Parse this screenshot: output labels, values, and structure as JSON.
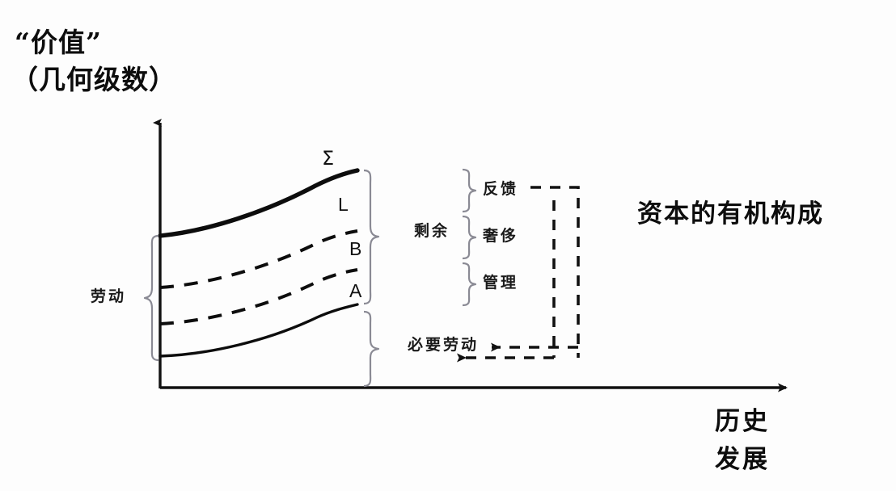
{
  "diagram": {
    "title_line1": "“价值”",
    "title_line2": "（几何级数）",
    "right_heading": "资本的有机构成",
    "x_axis_label_line1": "历史",
    "x_axis_label_line2": "发展",
    "labor_bracket_label": "劳动",
    "surplus_bracket_label": "剩余",
    "necessary_labor_label": "必要劳动",
    "surplus_components": [
      {
        "key": "feedback",
        "label": "反馈"
      },
      {
        "key": "luxury",
        "label": "奢侈"
      },
      {
        "key": "management",
        "label": "管理"
      }
    ],
    "curve_labels": {
      "sum": "Σ",
      "l": "L",
      "b": "B",
      "a": "A"
    },
    "colors": {
      "ink": "#111111",
      "brace": "#8a8a94",
      "background": "#fdfdfd"
    }
  },
  "chart_data": {
    "type": "line",
    "title": "“价值”（几何级数）",
    "xlabel": "历史发展",
    "ylabel": "“价值”（几何级数）",
    "grid": false,
    "legend": "inline-curve-labels",
    "axis_note": "unlabeled qualitative axes; value rises geometrically with historical development",
    "x": [
      0,
      0.25,
      0.5,
      0.75,
      1
    ],
    "series": [
      {
        "name": "Σ",
        "style": "thick-solid",
        "values": [
          1.0,
          1.12,
          1.3,
          1.55,
          1.85
        ]
      },
      {
        "name": "L",
        "style": "dashed",
        "values": [
          0.66,
          0.74,
          0.86,
          1.03,
          1.25
        ]
      },
      {
        "name": "B",
        "style": "dashed",
        "values": [
          0.43,
          0.49,
          0.58,
          0.7,
          0.86
        ]
      },
      {
        "name": "A",
        "style": "thin-solid",
        "values": [
          0.22,
          0.26,
          0.32,
          0.41,
          0.52
        ]
      }
    ],
    "bands": [
      {
        "name": "劳动",
        "from": "A",
        "to": "Σ",
        "side": "left"
      },
      {
        "name": "剩余",
        "from": "A",
        "to": "Σ",
        "side": "right"
      },
      {
        "name": "必要劳动",
        "from": "baseline",
        "to": "A",
        "side": "right"
      }
    ],
    "annotations": [
      "剩余 → 反馈 / 奢侈 / 管理",
      "反馈 ↴ → 必要劳动 (feedback loop, dashed)",
      "资本的有机构成"
    ]
  }
}
